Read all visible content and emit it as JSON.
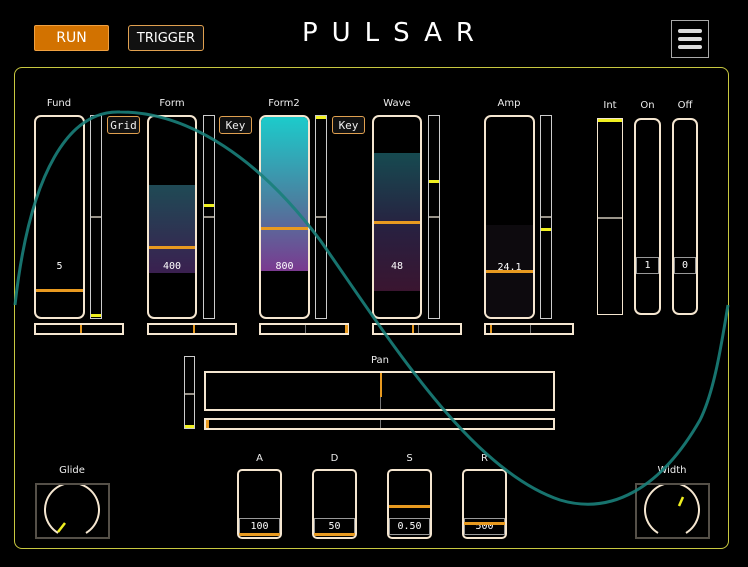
{
  "header": {
    "run_label": "RUN",
    "trigger_label": "TRIGGER",
    "title": "PULSAR",
    "menu_icon": "hamburger-menu-icon"
  },
  "colors": {
    "accent": "#d27200",
    "panel_border": "#c8c840",
    "marker": "#e89a20",
    "mod_marker": "#f0f020",
    "wave": "#1a7f7a"
  },
  "sliders": {
    "fund": {
      "label": "Fund",
      "value": "5",
      "button": "Grid"
    },
    "form": {
      "label": "Form",
      "value": "400",
      "button": "Key"
    },
    "form2": {
      "label": "Form2",
      "value": "800",
      "button": "Key"
    },
    "wave": {
      "label": "Wave",
      "value": "48"
    },
    "amp": {
      "label": "Amp",
      "value": "24.1"
    }
  },
  "mix": {
    "int": {
      "label": "Int"
    },
    "on": {
      "label": "On",
      "value": "1"
    },
    "off": {
      "label": "Off",
      "value": "0"
    }
  },
  "pan": {
    "label": "Pan"
  },
  "glide": {
    "label": "Glide"
  },
  "width": {
    "label": "Width"
  },
  "envelope": {
    "a": {
      "label": "A",
      "value": "100"
    },
    "d": {
      "label": "D",
      "value": "50"
    },
    "s": {
      "label": "S",
      "value": "0.50"
    },
    "r": {
      "label": "R",
      "value": "500"
    }
  }
}
